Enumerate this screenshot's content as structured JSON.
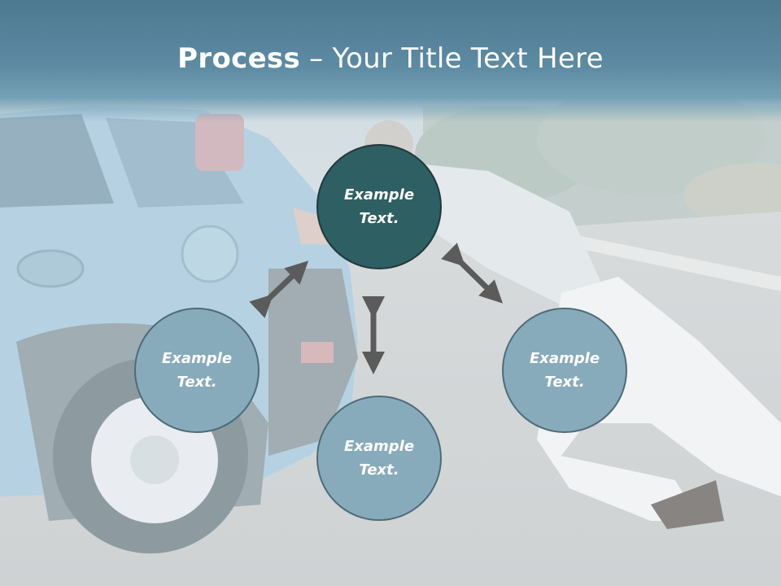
{
  "slide": {
    "title_bold": "Process",
    "title_rest": " – Your Title Text Here"
  },
  "nodes": {
    "top": {
      "line1": "Example",
      "line2": "Text."
    },
    "left": {
      "line1": "Example",
      "line2": "Text."
    },
    "right": {
      "line1": "Example",
      "line2": "Text."
    },
    "bottom": {
      "line1": "Example",
      "line2": "Text."
    }
  },
  "colors": {
    "title_bar": "#5d8ba3",
    "node_dark": "#2e5f62",
    "node_light": "#88abbc",
    "arrow": "#5b5b5b"
  }
}
